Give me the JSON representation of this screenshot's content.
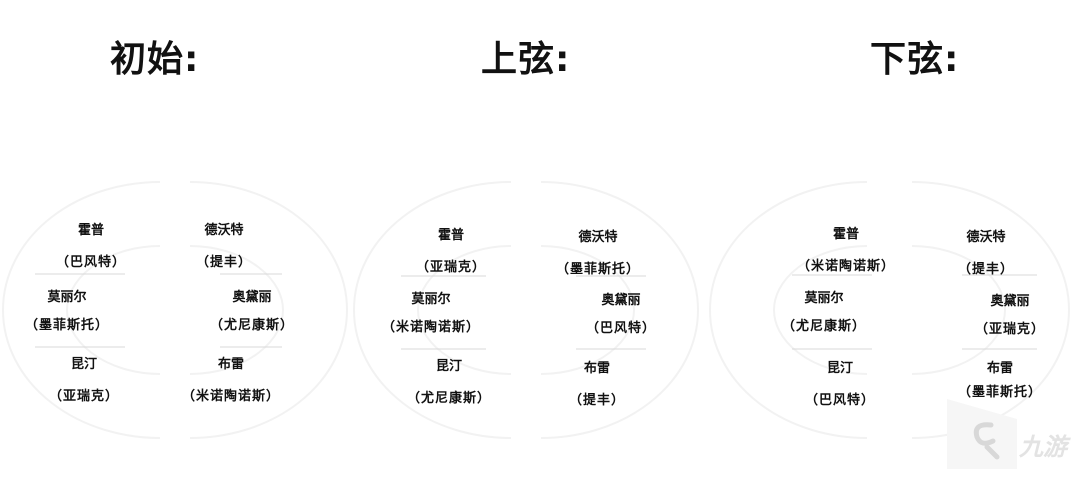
{
  "panels": [
    {
      "title": "初始:",
      "left": [
        {
          "name": "霍普",
          "sub": "（巴风特）"
        },
        {
          "name": "莫丽尔",
          "sub": "（墨菲斯托）"
        },
        {
          "name": "昆汀",
          "sub": "（亚瑞克）"
        }
      ],
      "right": [
        {
          "name": "德沃特",
          "sub": "（提丰）"
        },
        {
          "name": "奥黛丽",
          "sub": "（尤尼康斯）"
        },
        {
          "name": "布雷",
          "sub": "（米诺陶诺斯）"
        }
      ]
    },
    {
      "title": "上弦:",
      "left": [
        {
          "name": "霍普",
          "sub": "（亚瑞克）"
        },
        {
          "name": "莫丽尔",
          "sub": "（米诺陶诺斯）"
        },
        {
          "name": "昆汀",
          "sub": "（尤尼康斯）"
        }
      ],
      "right": [
        {
          "name": "德沃特",
          "sub": "（墨菲斯托）"
        },
        {
          "name": "奥黛丽",
          "sub": "（巴风特）"
        },
        {
          "name": "布雷",
          "sub": "（提丰）"
        }
      ]
    },
    {
      "title": "下弦:",
      "left": [
        {
          "name": "霍普",
          "sub": "（米诺陶诺斯）"
        },
        {
          "name": "莫丽尔",
          "sub": "（尤尼康斯）"
        },
        {
          "name": "昆汀",
          "sub": "（巴风特）"
        }
      ],
      "right": [
        {
          "name": "德沃特",
          "sub": "（提丰）"
        },
        {
          "name": "奥黛丽",
          "sub": "（亚瑞克）"
        },
        {
          "name": "布雷",
          "sub": "（墨菲斯托）"
        }
      ]
    }
  ],
  "watermark": {
    "text": "九游",
    "icon": "nine-game-logo"
  }
}
